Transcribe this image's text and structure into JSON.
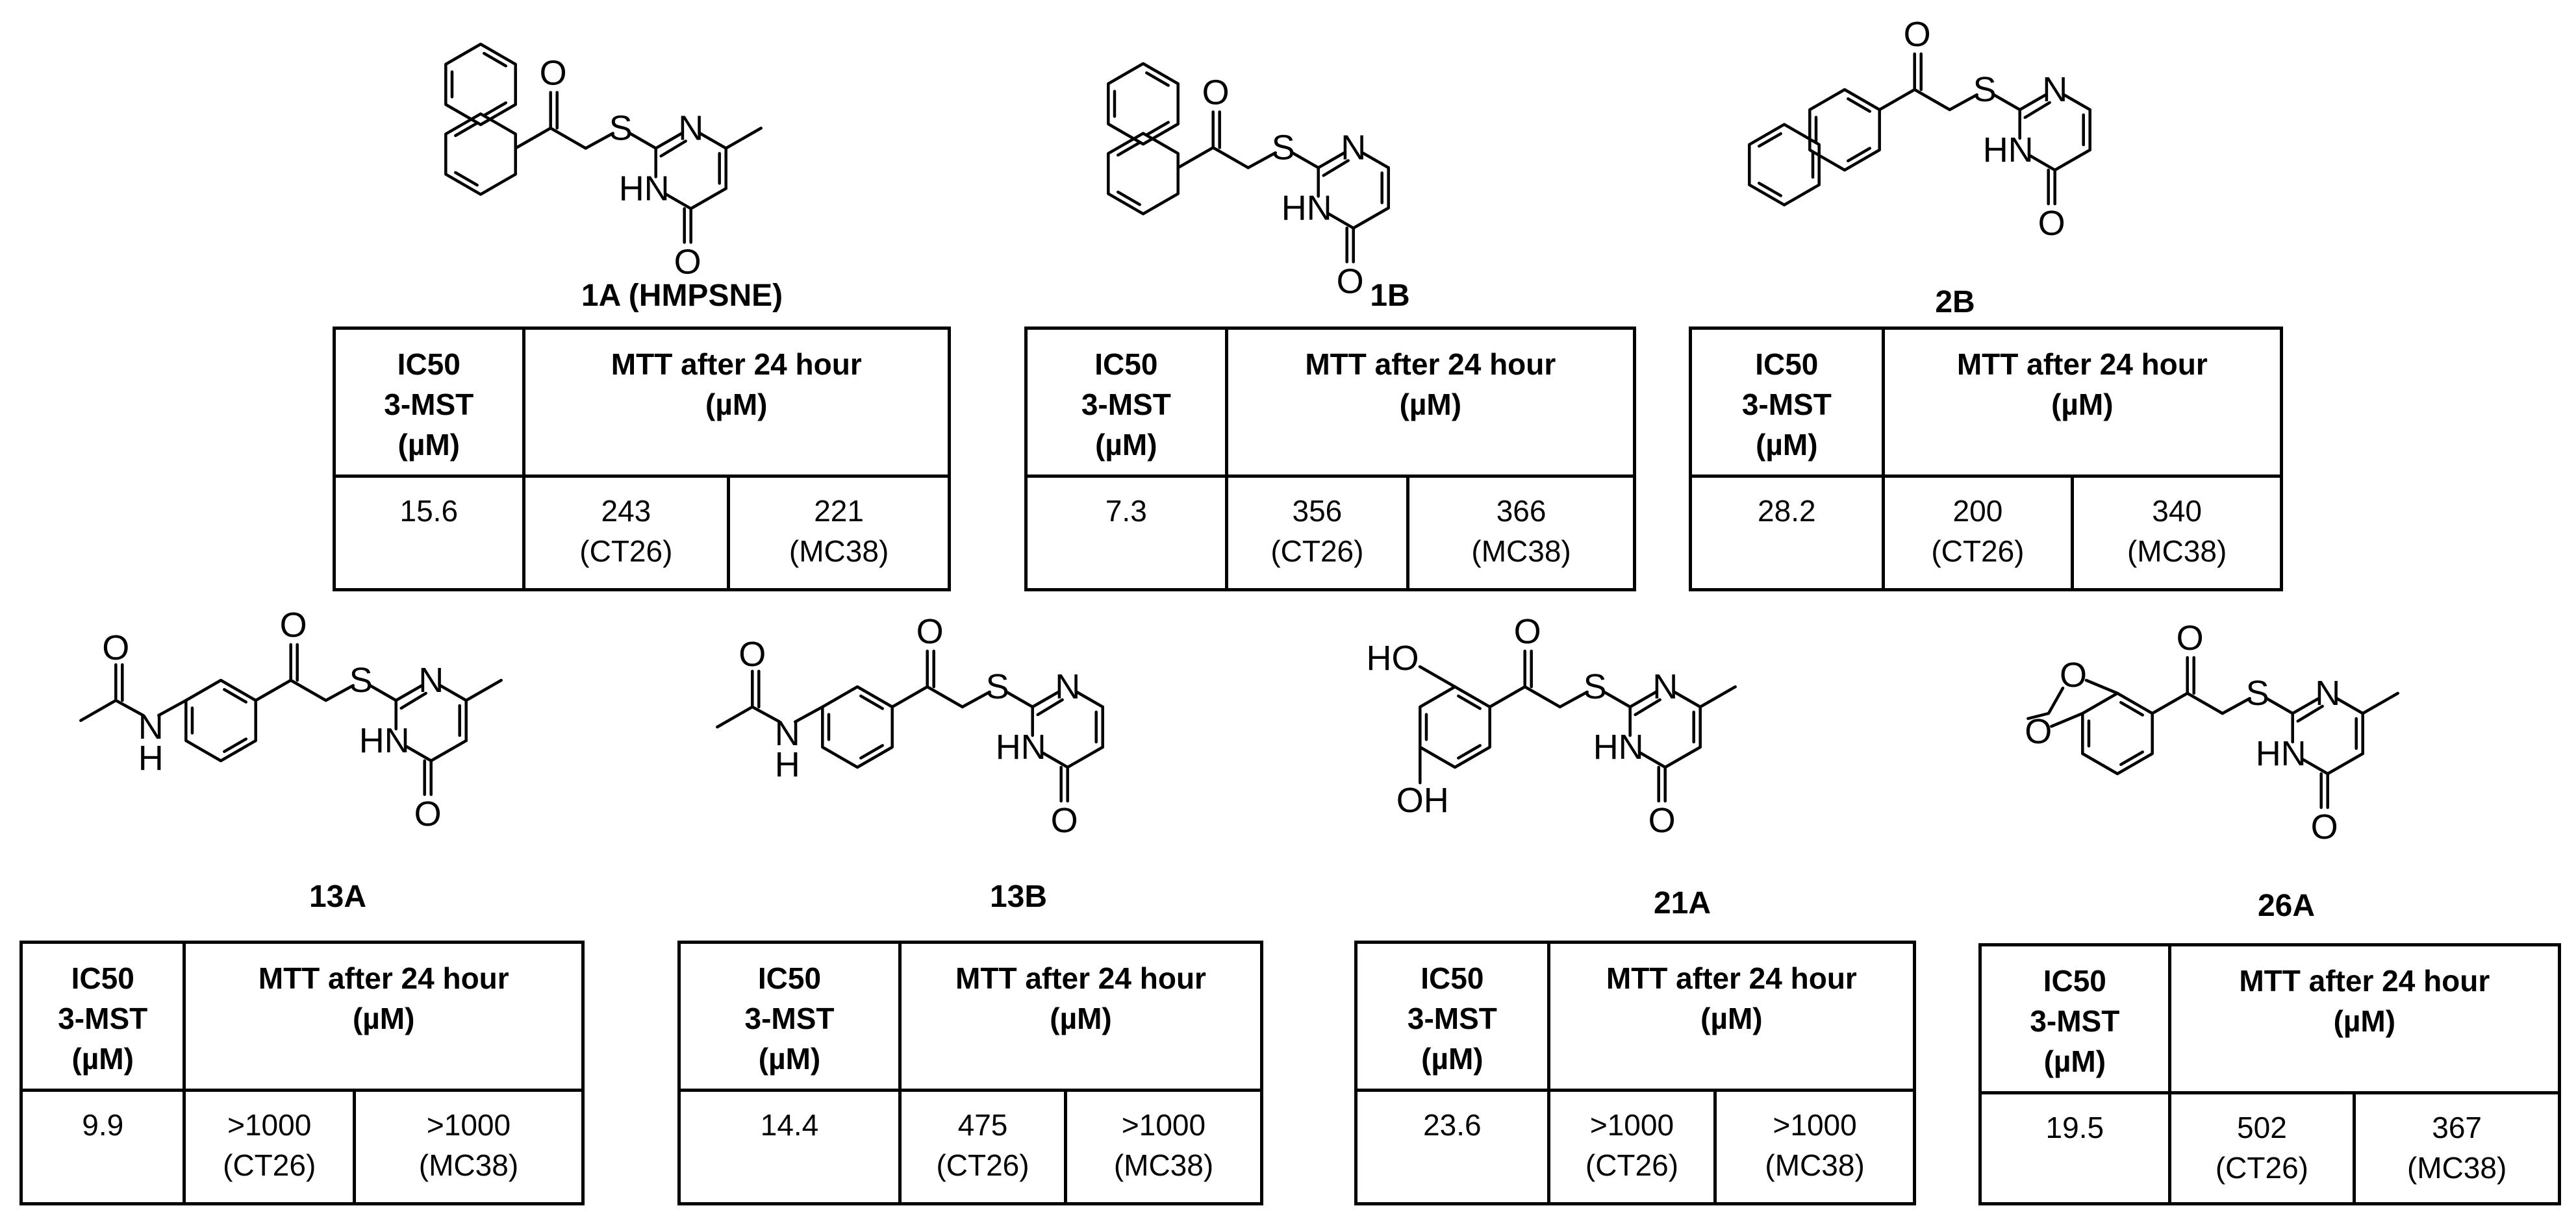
{
  "header": {
    "ic50_lines": [
      "IC50",
      "3-MST",
      "(µM)"
    ],
    "mtt_lines": [
      "MTT after 24 hour",
      "(µM)"
    ]
  },
  "atoms": {
    "O": "O",
    "S": "S",
    "N": "N",
    "HN": "HN",
    "H": "H",
    "HO": "HO",
    "OH": "OH"
  },
  "compounds": [
    {
      "id": "1A (HMPSNE)",
      "ic50": "15.6",
      "mtt1": "243",
      "cell1": "(CT26)",
      "mtt2": "221",
      "cell2": "(MC38)"
    },
    {
      "id": "1B",
      "ic50": "7.3",
      "mtt1": "356",
      "cell1": "(CT26)",
      "mtt2": "366",
      "cell2": "(MC38)"
    },
    {
      "id": "2B",
      "ic50": "28.2",
      "mtt1": "200",
      "cell1": "(CT26)",
      "mtt2": "340",
      "cell2": "(MC38)"
    },
    {
      "id": "13A",
      "ic50": "9.9",
      "mtt1": ">1000",
      "cell1": "(CT26)",
      "mtt2": ">1000",
      "cell2": "(MC38)"
    },
    {
      "id": "13B",
      "ic50": "14.4",
      "mtt1": "475",
      "cell1": "(CT26)",
      "mtt2": ">1000",
      "cell2": "(MC38)"
    },
    {
      "id": "21A",
      "ic50": "23.6",
      "mtt1": ">1000",
      "cell1": "(CT26)",
      "mtt2": ">1000",
      "cell2": "(MC38)"
    },
    {
      "id": "26A",
      "ic50": "19.5",
      "mtt1": "502",
      "cell1": "(CT26)",
      "mtt2": "367",
      "cell2": "(MC38)"
    }
  ]
}
